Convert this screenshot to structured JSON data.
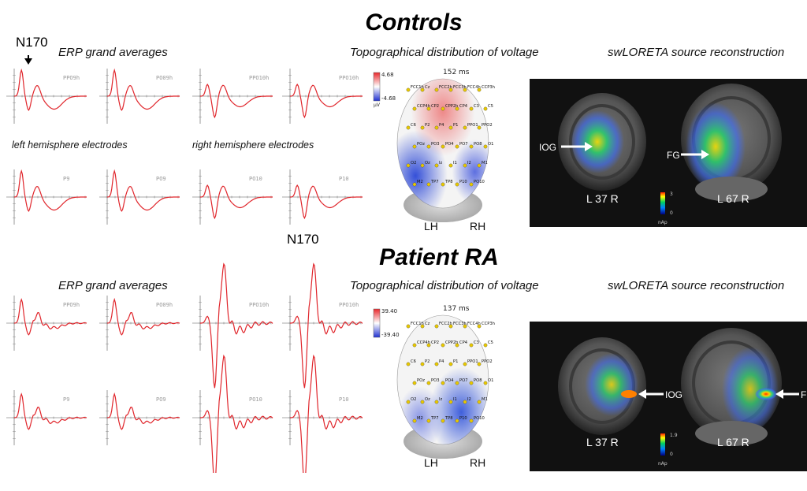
{
  "controls": {
    "title": "Controls",
    "erp_title": "ERP grand averages",
    "topo_title": "Topographical distribution of voltage",
    "lor_title": "swLORETA source reconstruction",
    "n170_label": "N170",
    "left_label": "left hemisphere electrodes",
    "right_label": "right hemisphere electrodes",
    "channels_top": [
      "PPO9h",
      "PO09h",
      "PPO10h",
      "PPO10h"
    ],
    "channels_bottom": [
      "P9",
      "PO9",
      "PO10",
      "P10"
    ],
    "topo_time": "152 ms",
    "scale_max": "4.68",
    "scale_min": "-4.68",
    "scale_unit": "µV",
    "lh": "LH",
    "rh": "RH",
    "slice1": "L 37 R",
    "slice2": "L 67 R",
    "arrow1": "IOG",
    "arrow2": "FG",
    "cbar_max": "3",
    "cbar_min": "0",
    "cbar_unit": "nAp"
  },
  "patient": {
    "title": "Patient RA",
    "erp_title": "ERP grand averages",
    "topo_title": "Topographical distribution of voltage",
    "lor_title": "swLORETA source reconstruction",
    "n170_label": "N170",
    "channels_top": [
      "PPO9h",
      "PO09h",
      "PPO10h",
      "PPO10h"
    ],
    "channels_bottom": [
      "P9",
      "PO9",
      "PO10",
      "P10"
    ],
    "topo_time": "137 ms",
    "scale_max": "39.40",
    "scale_min": "-39.40",
    "lh": "LH",
    "rh": "RH",
    "slice1": "L 37 R",
    "slice2": "L 67 R",
    "arrow1": "IOG",
    "arrow2": "FG",
    "cbar_max": "1.9",
    "cbar_min": "0",
    "cbar_unit": "nAp"
  },
  "electrodes": [
    "FCC1h",
    "Cz",
    "FCC2h",
    "FCC3h",
    "FCC4h",
    "CCP3h",
    "CCP4h",
    "CP2",
    "CPP2h",
    "CP4",
    "C3",
    "C5",
    "C6",
    "P2",
    "P4",
    "P1",
    "PPO1",
    "PPO2",
    "POz",
    "PO3",
    "PO4",
    "PO7",
    "PO8",
    "O1",
    "O2",
    "Oz",
    "Iz",
    "I1",
    "I2",
    "M1",
    "M2",
    "TP7",
    "TP8",
    "P10",
    "PO10"
  ],
  "colors": {
    "erp_trace": "#e0252b",
    "brain_bg": "#111111",
    "scale_pos": "#e8272b",
    "scale_neg": "#2030d0"
  }
}
